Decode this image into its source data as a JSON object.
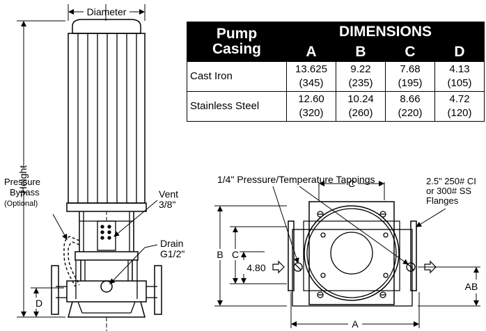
{
  "labels": {
    "diameter": "Diameter",
    "height": "Height",
    "pressure_bypass_1": "Pressure",
    "pressure_bypass_2": "Bypass",
    "pressure_bypass_3": "(Optional)",
    "vent_1": "Vent",
    "vent_2": "3/8\"",
    "drain_1": "Drain",
    "drain_2": "G1/2\"",
    "d_left": "D",
    "tappings": "1/4\" Pressure/Temperature Tappings",
    "flanges_1": "2.5\" 250# CI",
    "flanges_2": "or 300# SS",
    "flanges_3": "Flanges",
    "dim_a": "A",
    "dim_b": "B",
    "dim_c_side": "C",
    "dim_c_top": "C",
    "dim_ab": "AB",
    "dim_480": "4.80"
  },
  "table": {
    "header_casing_1": "Pump",
    "header_casing_2": "Casing",
    "header_dimensions": "DIMENSIONS",
    "columns": [
      "A",
      "B",
      "C",
      "D"
    ],
    "rows": [
      {
        "name": "Cast Iron",
        "values": [
          {
            "in": "13.625",
            "mm": "(345)"
          },
          {
            "in": "9.22",
            "mm": "(235)"
          },
          {
            "in": "7.68",
            "mm": "(195)"
          },
          {
            "in": "4.13",
            "mm": "(105)"
          }
        ]
      },
      {
        "name": "Stainless Steel",
        "values": [
          {
            "in": "12.60",
            "mm": "(320)"
          },
          {
            "in": "10.24",
            "mm": "(260)"
          },
          {
            "in": "8.66",
            "mm": "(220)"
          },
          {
            "in": "4.72",
            "mm": "(120)"
          }
        ]
      }
    ]
  }
}
